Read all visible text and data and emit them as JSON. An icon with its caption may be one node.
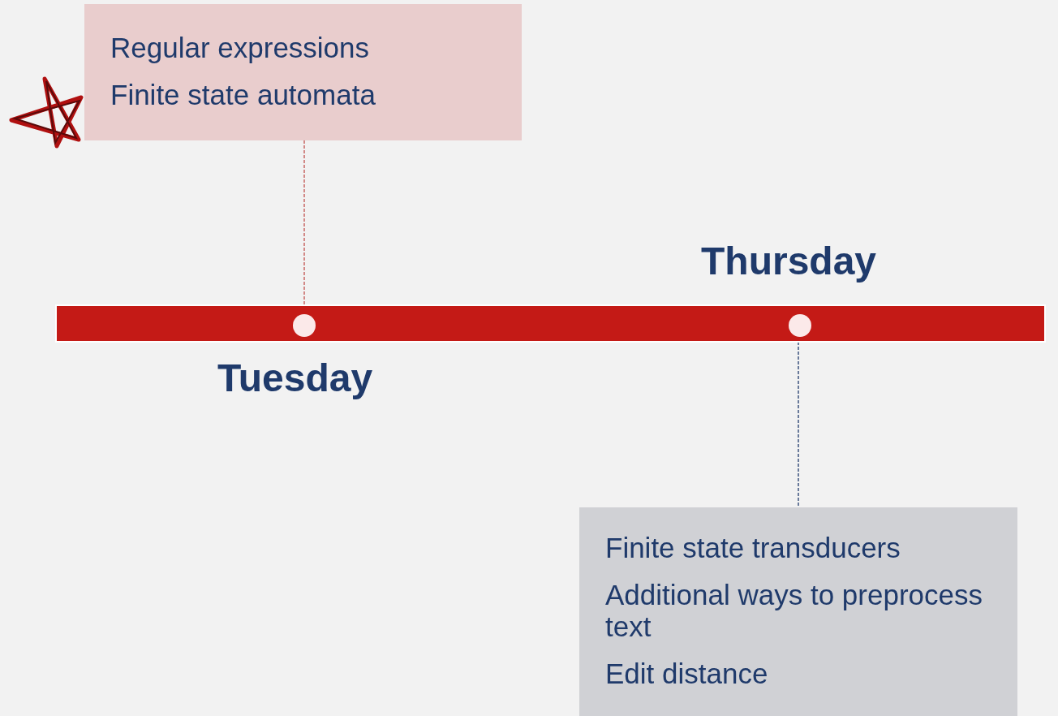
{
  "diagram": {
    "nodes": [
      {
        "text": [
          "Regular expressions",
          "Finite state automata"
        ]
      },
      {
        "text": [],
        "shape": "bar"
      },
      {
        "text": [],
        "shape": "circle",
        "in": 1
      },
      {
        "text": [],
        "shape": "circle",
        "in": 1
      },
      {
        "text": [
          "Finite state transducers",
          "Additional ways to preprocess text",
          "Edit distance"
        ]
      }
    ],
    "edges": [
      {
        "from": 0,
        "to": 2,
        "arrow": "none",
        "style": "dashed",
        "color": "#c0504d"
      },
      {
        "from": 3,
        "to": 4,
        "arrow": "none",
        "style": "dashed",
        "color": "#1f3a6b"
      }
    ],
    "labels": [
      "Thursday",
      "Tuesday"
    ]
  }
}
